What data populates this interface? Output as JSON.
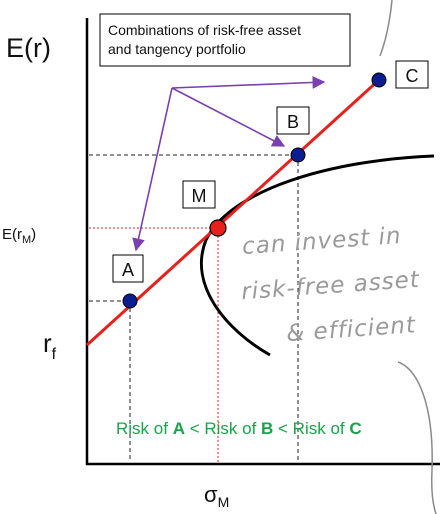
{
  "y_axis_label": "E(r)",
  "x_axis_label_main": "σ",
  "x_axis_label_sub": "M",
  "erm_label_main": "E(r",
  "erm_label_sub": "M",
  "erm_label_close": ")",
  "rf_label_main": "r",
  "rf_label_sub": "f",
  "legend_box_text": [
    "Combinations of risk-free asset",
    "and tangency portfolio"
  ],
  "points": [
    {
      "id": "A",
      "label": "A"
    },
    {
      "id": "M",
      "label": "M"
    },
    {
      "id": "B",
      "label": "B"
    },
    {
      "id": "C",
      "label": "C"
    }
  ],
  "risk_caption": {
    "prefix": "Risk of ",
    "a": "A",
    "lt1": " < Risk of ",
    "b": "B",
    "lt2": " < Risk of ",
    "c": "C"
  },
  "handwriting": [
    "can invest in",
    "risk-free asset",
    "& efficient"
  ],
  "colors": {
    "cml": "#e8201c",
    "point_fill": "#0b1d8f",
    "arrow": "#7a3fb0",
    "caption": "#1aa34a",
    "frontier": "#000000",
    "m_fill": "#e8201c"
  }
}
